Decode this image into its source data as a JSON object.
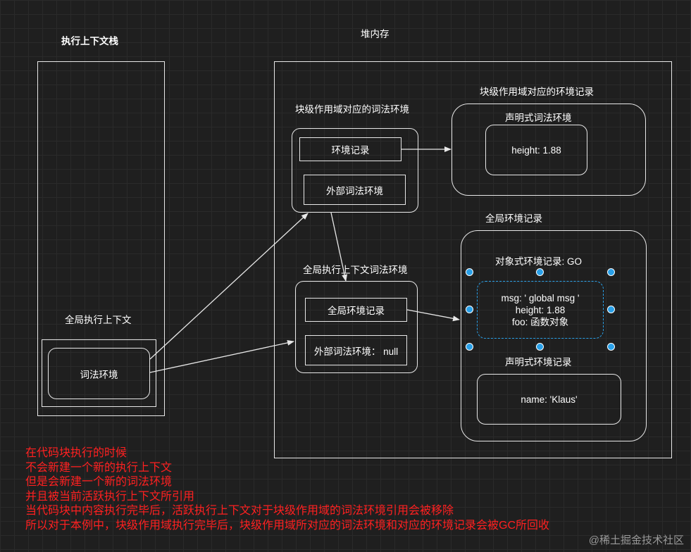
{
  "stack": {
    "title": "执行上下文栈",
    "global_context_label": "全局执行上下文",
    "lexical_env_label": "词法环境"
  },
  "heap": {
    "title": "堆内存",
    "block_lexical_env": {
      "title": "块级作用域对应的词法环境",
      "env_record": "环境记录",
      "outer_env": "外部词法环境"
    },
    "block_env_record": {
      "title": "块级作用域对应的环境记录",
      "declarative_title": "声明式词法环境",
      "value": "height: 1.88"
    },
    "global_lexical_env": {
      "title": "全局执行上下文词法环境",
      "env_record": "全局环境记录",
      "outer_env": "外部词法环境：  null"
    },
    "global_env_record": {
      "title": "全局环境记录",
      "object_record_title": "对象式环境记录: GO",
      "object_lines": [
        "msg: ' global msg '",
        "height: 1.88",
        "foo: 函数对象"
      ],
      "declarative_title": "声明式环境记录",
      "declarative_value": "name: 'Klaus'"
    }
  },
  "notes": [
    "在代码块执行的时候",
    "不会新建一个新的执行上下文",
    "但是会新建一个新的词法环境",
    "并且被当前活跃执行上下文所引用",
    "当代码块中内容执行完毕后，活跃执行上下文对于块级作用域的词法环境引用会被移除",
    "所以对于本例中，块级作用域执行完毕后，块级作用域所对应的词法环境和对应的环境记录会被GC所回收"
  ],
  "watermark": "@稀土掘金技术社区",
  "colors": {
    "background": "#1f1f1f",
    "stroke": "#e8e8e8",
    "notes": "#ff2020",
    "selection": "#29a0e8"
  }
}
